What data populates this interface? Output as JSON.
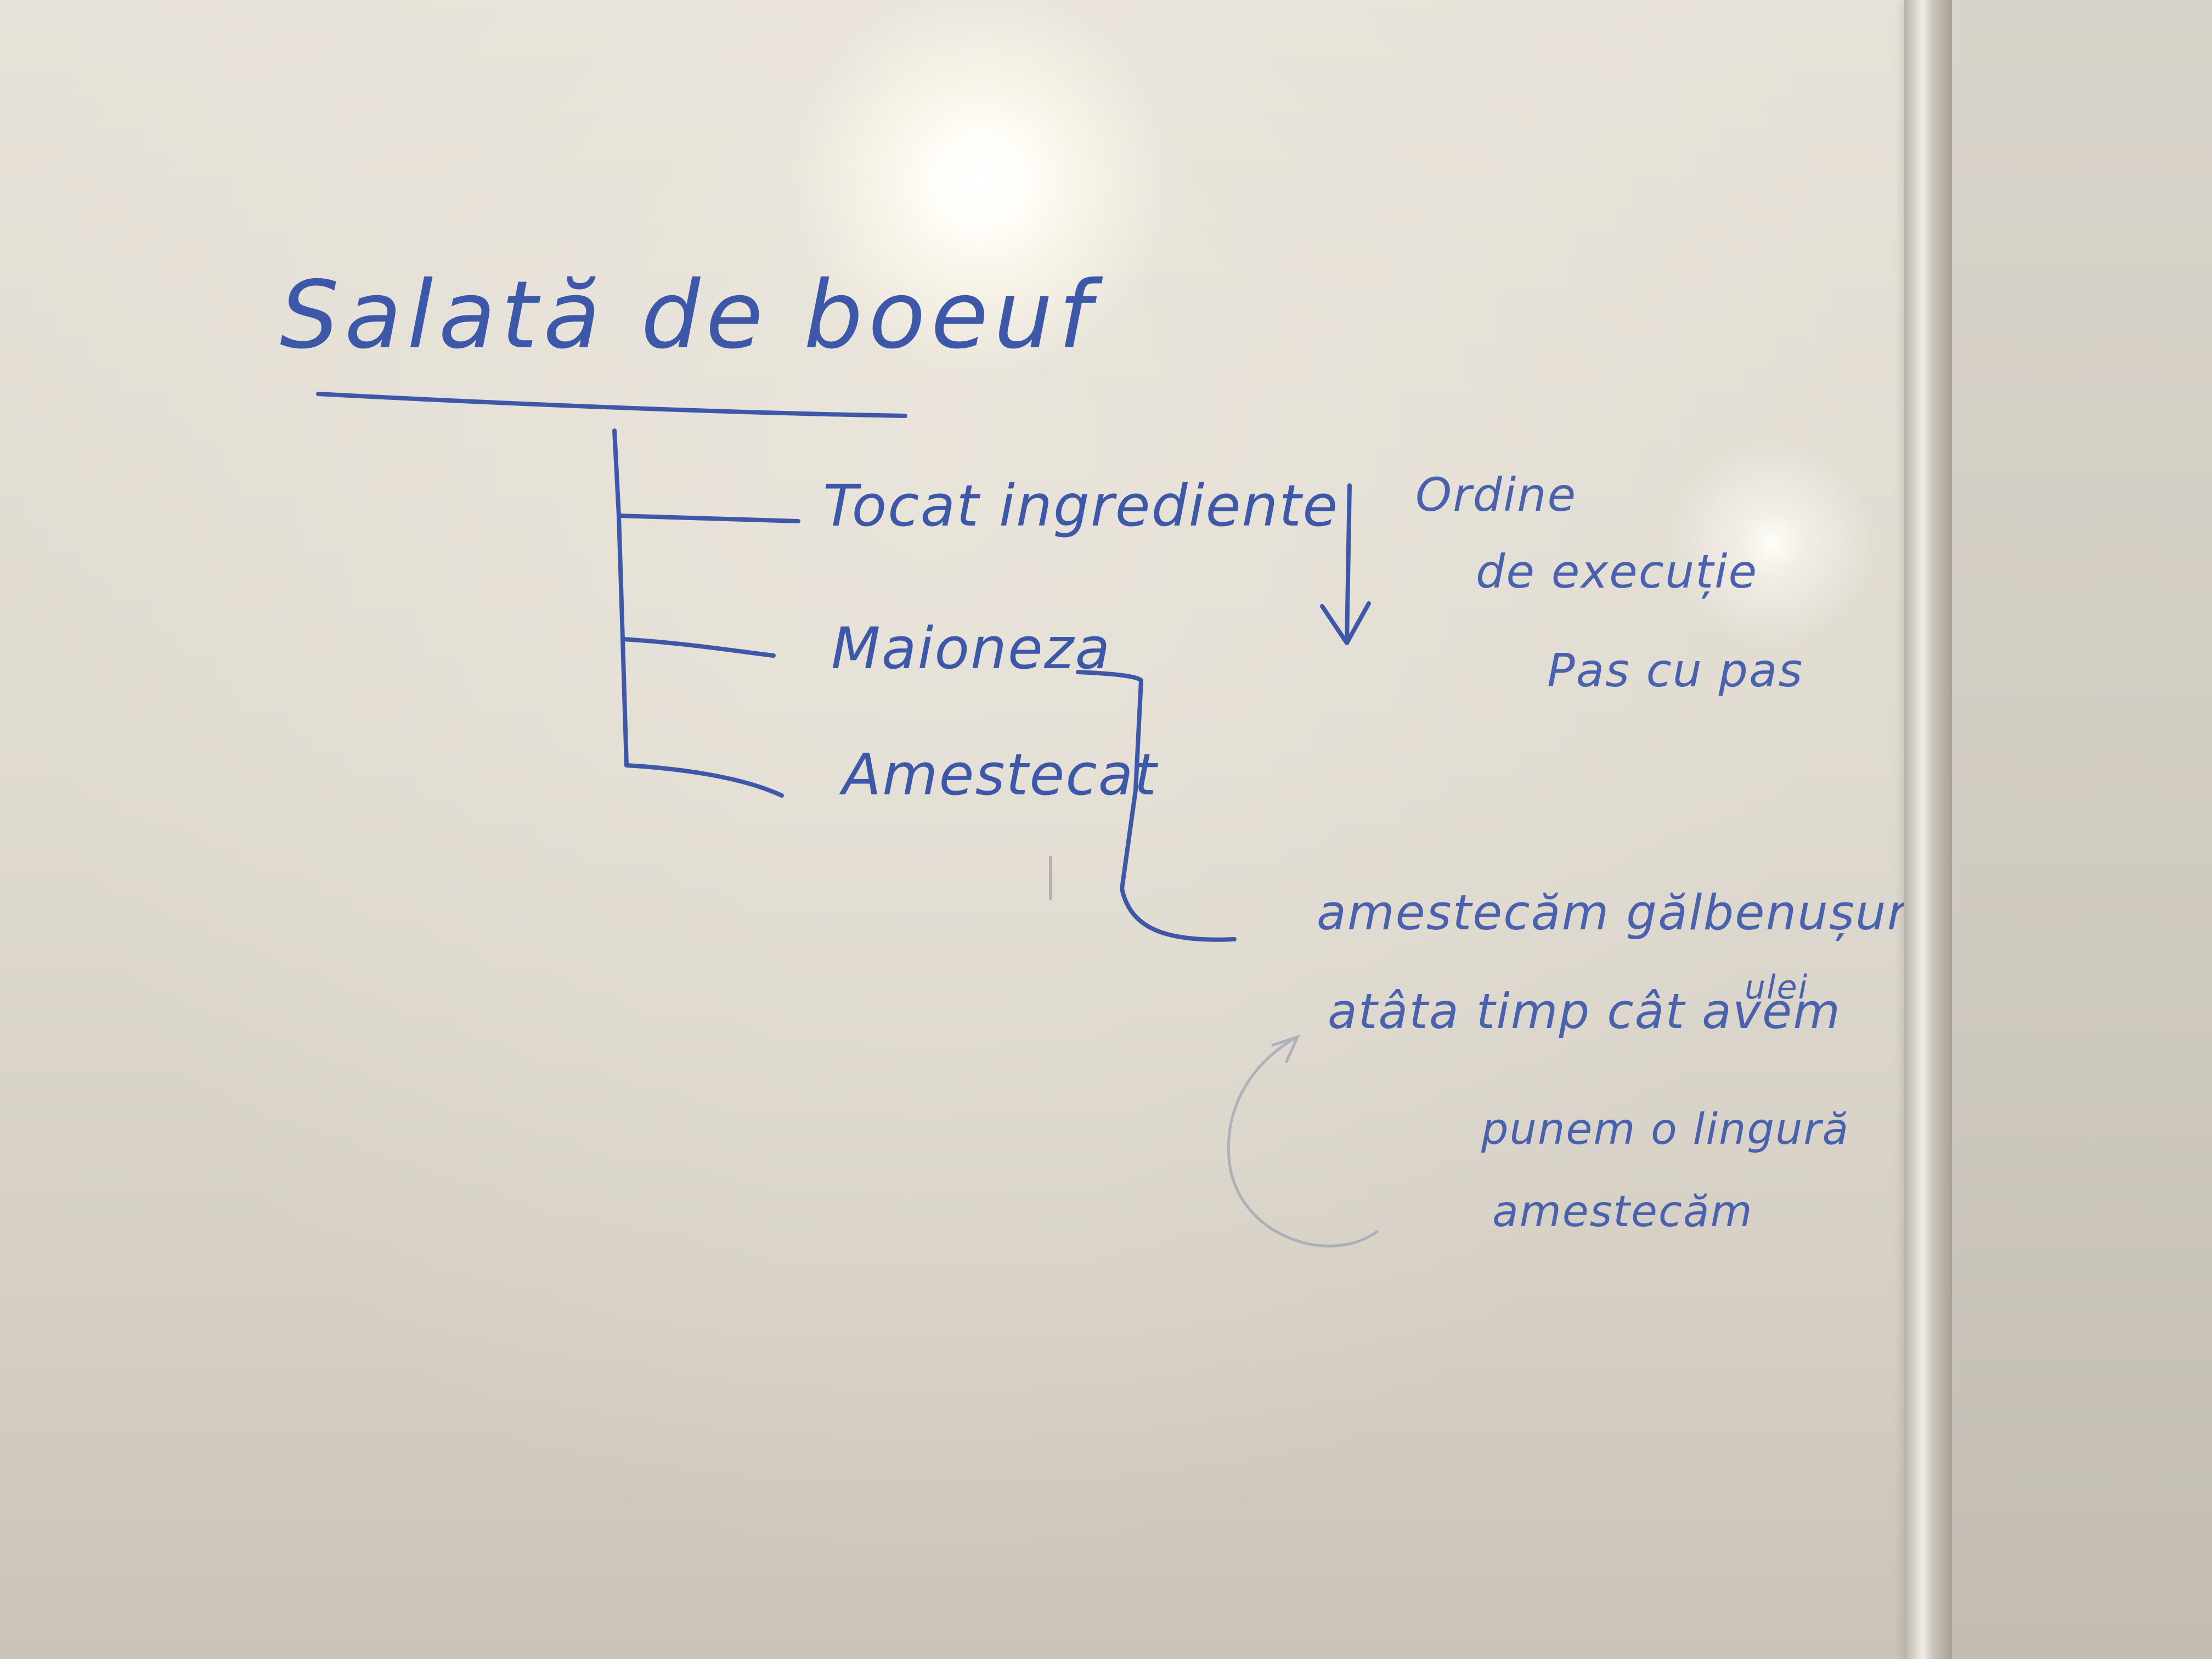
{
  "whiteboard": {
    "title": "Salată de boeuf",
    "steps": [
      "Tocat ingrediente",
      "Maioneza",
      "Amestecat"
    ],
    "order_note": [
      "Ordine",
      "de execuție",
      "Pas cu pas"
    ],
    "mayo_note": [
      "amestecăm gălbenușuri",
      "atâta timp cât avem",
      "ulei",
      "punem o lingură",
      "amestecăm"
    ],
    "ink_color": "#3d58a8"
  }
}
